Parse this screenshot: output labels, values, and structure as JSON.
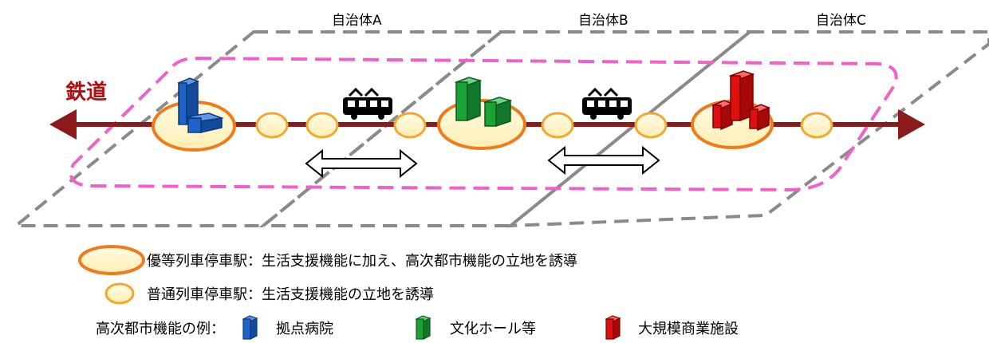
{
  "municipalities": [
    {
      "label": "自治体A"
    },
    {
      "label": "自治体B"
    },
    {
      "label": "自治体C"
    }
  ],
  "railway": {
    "label": "鉄道"
  },
  "legend": {
    "express_station": "優等列車停車駅：生活支援機能に加え、高次都市機能の立地を誘導",
    "local_station": "普通列車停車駅：生活支援機能の立地を誘導",
    "examples_title": "高次都市機能の例：",
    "hospital": "拠点病院",
    "culture_hall": "文化ホール等",
    "commercial": "大規模商業施設"
  },
  "colors": {
    "rail": "#8b1a1a",
    "station_fill": "#fff3c4",
    "station_stroke": "#f07b1c",
    "zone_dash": "#f060c8",
    "boundary_dash": "#808080",
    "hospital": "#1e63c8",
    "culture": "#1aa335",
    "commercial": "#e01010"
  }
}
